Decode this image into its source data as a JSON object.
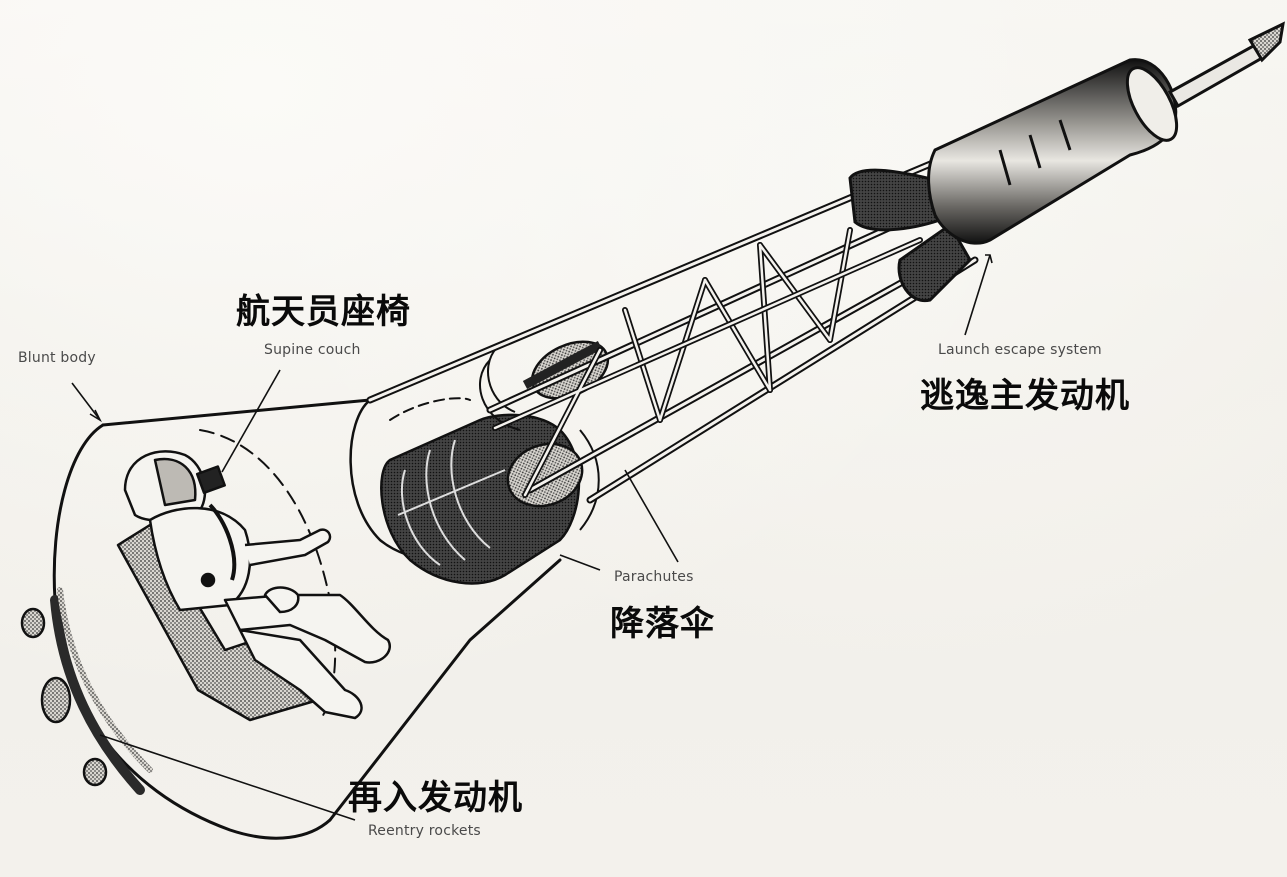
{
  "diagram": {
    "subject": "Spacecraft with launch escape tower (cutaway illustration)",
    "colors": {
      "background": "#f4f2ee",
      "ink": "#111111",
      "label_en": "#4a4a4a",
      "label_zh": "#0a0a0a"
    },
    "labels": {
      "blunt_body": {
        "en": "Blunt body"
      },
      "supine_couch": {
        "en": "Supine couch",
        "zh": "航天员座椅"
      },
      "launch_escape_system": {
        "en": "Launch escape system",
        "zh": "逃逸主发动机"
      },
      "parachutes": {
        "en": "Parachutes",
        "zh": "降落伞"
      },
      "reentry_rockets": {
        "en": "Reentry rockets",
        "zh": "再入发动机"
      }
    },
    "components": [
      "capsule-blunt-body",
      "astronaut-on-supine-couch",
      "parachute-canister",
      "escape-tower-truss",
      "escape-rocket-motor",
      "escape-nozzles",
      "nose-spike",
      "reentry-rocket-pods"
    ]
  }
}
